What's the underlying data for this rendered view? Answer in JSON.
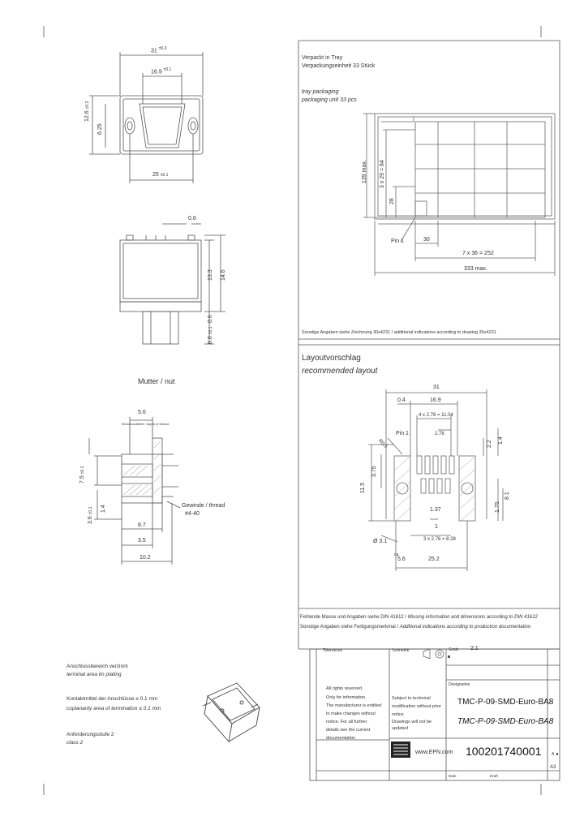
{
  "top_view": {
    "dim_width": "31",
    "dim_width_tol": "±0.3",
    "dim_inner": "16.9",
    "dim_inner_tol": "±0.1",
    "dim_h": "12.6",
    "dim_h_tol": "±0.2",
    "dim_h2": "6.25",
    "dim_bottom": "25",
    "dim_bottom_tol": "±0.1"
  },
  "side_view": {
    "dim_top": "0.6",
    "dim_r1": "13.3",
    "dim_r2": "14.6",
    "dim_r3": "0.6",
    "dim_r4": "6.8",
    "dim_r4_tol": "±0.1"
  },
  "nut": {
    "title": "Mutter / nut",
    "dim_top": "5.6",
    "dim_top_note": "Einschraubtiefe / depth of thread",
    "dim_l1": "7.5",
    "dim_l1_tol": "±0.1",
    "dim_l2": "3.6",
    "dim_l2_tol": "±0.1",
    "dim_l3": "1.4",
    "dim_b1": "8.7",
    "dim_b2": "3.5",
    "dim_b3": "10.2",
    "thread_note": "Gewinde / thread",
    "thread_size": "#4-40"
  },
  "tray": {
    "line1": "Verpackt in Tray",
    "line2": "Verpackungseinheit 33 Stück",
    "line3": "tray packaging",
    "line4": "packaging unit 33 pcs",
    "dim_v1": "139 max.",
    "dim_v2": "3 x 29 = 84",
    "dim_v3": "28",
    "pin1": "Pin 1",
    "dim_h1": "30",
    "dim_h2": "7 x 36 = 252",
    "dim_h3": "333 max.",
    "note": "Sonstige Angaben siehe Zeichnung 30x4231 / additional indications according to drawing 30x4231"
  },
  "layout": {
    "title_de": "Layoutvorschlag",
    "title_en": "recommended layout",
    "d_31": "31",
    "d_04": "0.4",
    "d_169": "16.9",
    "d_pitch": "4 x 2.76 = 11.04",
    "d_2_76": "2.76",
    "d_r": "R0.5",
    "pin1": "Pin 1",
    "d_115": "11.5",
    "d_375": "3.75",
    "d_22": "2.2",
    "d_14": "1.4",
    "d_81": "8.1",
    "d_175": "1.75",
    "d_137": "1.37",
    "d_1": "1",
    "d_pitch2": "3 x 2.76 = 8.28",
    "d_hole": "Ø 3.1",
    "d_56": "5.6",
    "d_252": "25.2",
    "d_ca": "ca."
  },
  "footer_notes": {
    "de1": "Fehlende Masse und Angaben siehe DIN 41612",
    "en1": "Missing information and dimensions according to DIN 41612",
    "de2": "Sonstige Angaben siehe Fertigungsmerkmal",
    "en2": "Additional indications according to production documentation"
  },
  "left_notes": {
    "n1": "Anschlussbereich verzinnt",
    "n1_en": "terminal area tin plating",
    "n2": "Kontaktmittel der Anschlüsse ≤ 0.1 mm",
    "n2_en": "coplanarity area of termination ≤ 0.1 mm",
    "n3": "Anforderungsstufe 2",
    "n3_en": "class 2"
  },
  "title_block": {
    "tolerances_label": "Tolerances",
    "isometric_label": "Isometrie",
    "scale_label": "Scale",
    "scale_value": "2:1",
    "designation_label": "Designation",
    "designation_1": "TMC-P-09-SMD-Euro-BA8",
    "designation_2": "TMC-P-09-SMD-Euro-BA8",
    "rights": "All rights reserved",
    "rights2": "Only for information.",
    "rights3": "The manufacturer is entitled",
    "rights4": "to make changes without",
    "rights5": "notice. For all further",
    "rights6": "details see the current",
    "rights7": "documentation",
    "subject": "Subject to technical modification without prior notice",
    "print": "Drawings will not be updated",
    "web": "www.EPN.com",
    "docnum": "100201740001",
    "rev_label": "A",
    "sheet": "A3",
    "date_label": "Date",
    "drawn": "Draft"
  }
}
